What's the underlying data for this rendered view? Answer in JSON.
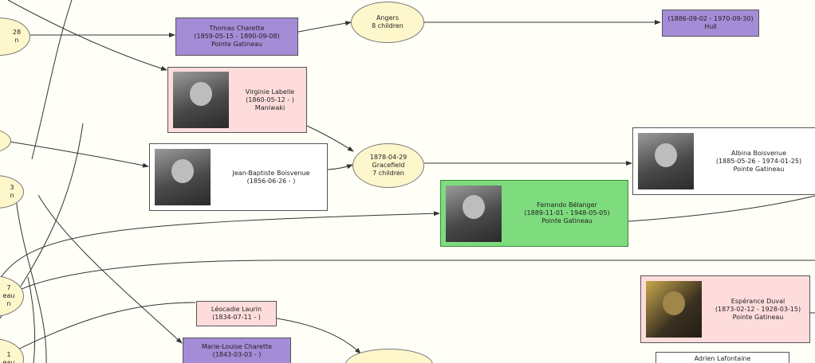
{
  "nodes": {
    "edge_left_1": "28",
    "edge_left_1b": "n",
    "edge_left_3": "3",
    "edge_left_3b": "n",
    "edge_left_4": "7",
    "edge_left_4b": "eau",
    "edge_left_4c": "n",
    "edge_left_5": "1",
    "edge_left_5b": "eau",
    "thomas": [
      "Thomas Charette",
      "(1859-05-15 - 1890-09-08)",
      "Pointe Gatineau"
    ],
    "virginie": [
      "Virginie Labelle",
      "(1860-05-12 - )",
      "Maniwaki"
    ],
    "jean_baptiste": [
      "Jean-Baptiste Boisvenue",
      "(1856-06-26 - )"
    ],
    "albina": [
      "Albina Boisvenue",
      "(1885-05-26 - 1974-01-25)",
      "Pointe Gatineau"
    ],
    "fernando": [
      "Fernando Bélanger",
      "(1889-11-01 - 1948-05-05)",
      "Pointe Gatineau"
    ],
    "esperance": [
      "Espérance Duval",
      "(1873-02-12 - 1928-03-15)",
      "Pointe Gatineau"
    ],
    "top_right": [
      "(1886-09-02 - 1970-09-30)",
      "Hull"
    ],
    "leocadie": [
      "Léocadie Laurin",
      "(1834-07-11 - )"
    ],
    "marie_louise": [
      "Marie-Louise Charette",
      "(1843-03-03 - )"
    ],
    "adrien": [
      "Adrien Lafontaine"
    ]
  },
  "families": {
    "angers": [
      "Angers",
      "8 children"
    ],
    "gracefield": [
      "1878-04-29",
      "Gracefield",
      "7 children"
    ]
  },
  "colors": {
    "male": "#a58cd6",
    "female": "#ffdcdc",
    "selected": "#7edb7e",
    "family": "#fff7cc"
  }
}
